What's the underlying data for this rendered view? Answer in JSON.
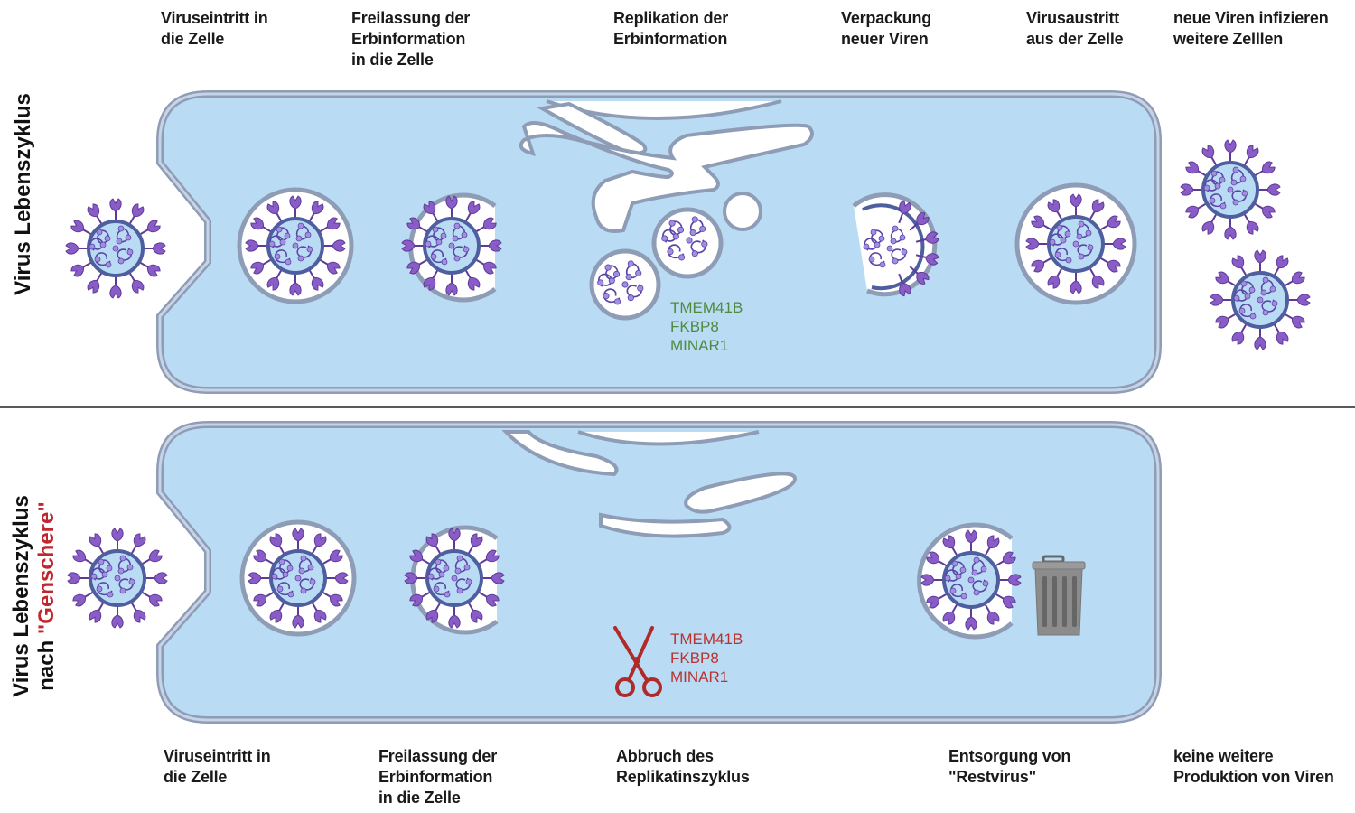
{
  "row_labels": {
    "top": "Virus Lebenszyklus",
    "bottom_line1": "Virus Lebenszyklus",
    "bottom_line2_prefix": "nach ",
    "bottom_line2_highlight": "\"Genschere\""
  },
  "top_steps": [
    {
      "lines": [
        "Viruseintritt in",
        "die Zelle"
      ]
    },
    {
      "lines": [
        "Freilassung der",
        "Erbinformation",
        "in die Zelle"
      ]
    },
    {
      "lines": [
        "Replikation der",
        "Erbinformation"
      ]
    },
    {
      "lines": [
        "Verpackung",
        "neuer Viren"
      ]
    },
    {
      "lines": [
        "Virusaustritt",
        "aus der Zelle"
      ]
    },
    {
      "lines": [
        "neue Viren infizieren",
        "weitere Zelllen"
      ]
    }
  ],
  "bottom_steps": [
    {
      "lines": [
        "Viruseintritt in",
        "die Zelle"
      ]
    },
    {
      "lines": [
        "Freilassung der",
        "Erbinformation",
        "in die Zelle"
      ]
    },
    {
      "lines": [
        "Abbruch des",
        "Replikatinszyklus"
      ]
    },
    {
      "lines": [
        "Entsorgung von",
        "\"Restvirus\""
      ]
    },
    {
      "lines": [
        "keine weitere",
        "Produktion von Viren"
      ]
    }
  ],
  "genes_top": {
    "items": [
      "TMEM41B",
      "FKBP8",
      "MINAR1"
    ],
    "color": "#4f8a3f"
  },
  "genes_bottom": {
    "items": [
      "TMEM41B",
      "FKBP8",
      "MINAR1"
    ],
    "color": "#b8322f"
  },
  "colors": {
    "cytoplasm": "#b9dcf4",
    "membrane": "#8e9db5",
    "membrane_inner": "#c7d3e6",
    "virus_spike": "#7a4bb5",
    "virus_core": "#b9dcf4",
    "rna": "#5b46a8",
    "scissors": "#b02a2a",
    "trash": "#8a8a8a"
  },
  "icons": [
    "virus-icon",
    "scissors-icon",
    "trash-can-icon",
    "endoplasmic-reticulum-icon",
    "vesicle-icon"
  ]
}
